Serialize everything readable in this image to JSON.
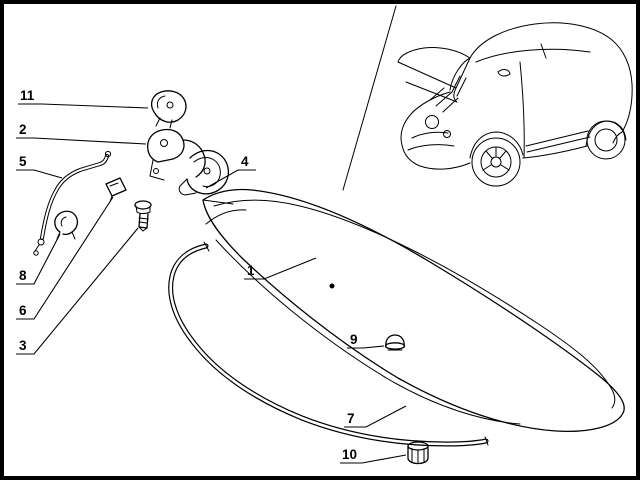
{
  "page": {
    "colors": {
      "line": "#000000",
      "background": "#ffffff"
    }
  },
  "diagram": {
    "kind": "exploded-parts-diagram",
    "callouts": [
      {
        "number": "1"
      },
      {
        "number": "2"
      },
      {
        "number": "3"
      },
      {
        "number": "4"
      },
      {
        "number": "5"
      },
      {
        "number": "6"
      },
      {
        "number": "7"
      },
      {
        "number": "8"
      },
      {
        "number": "9"
      },
      {
        "number": "10"
      },
      {
        "number": "11"
      }
    ]
  }
}
